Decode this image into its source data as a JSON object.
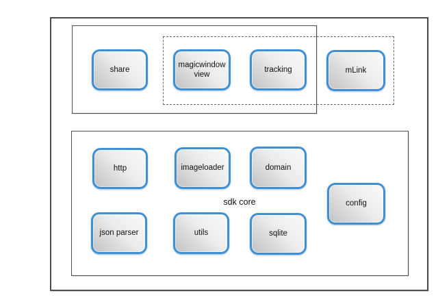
{
  "diagram": {
    "title": "",
    "groups": {
      "sdk_core": {
        "label": "sdk core"
      }
    },
    "nodes": {
      "share": {
        "label": "share"
      },
      "magicwindow_view": {
        "label": "magicwindow view"
      },
      "tracking": {
        "label": "tracking"
      },
      "mlink": {
        "label": "mLink"
      },
      "http": {
        "label": "http"
      },
      "imageloader": {
        "label": "imageloader"
      },
      "domain": {
        "label": "domain"
      },
      "config": {
        "label": "config"
      },
      "json_parser": {
        "label": "json parser"
      },
      "utils": {
        "label": "utils"
      },
      "sqlite": {
        "label": "sqlite"
      }
    },
    "colors": {
      "node_border": "#3f8fd2",
      "node_fill_light": "#fafafa",
      "node_fill_dark": "#c3c3c3",
      "container_line": "#4d4d4d",
      "dashed_line": "#666666",
      "text": "#111111",
      "background": "#ffffff"
    }
  }
}
